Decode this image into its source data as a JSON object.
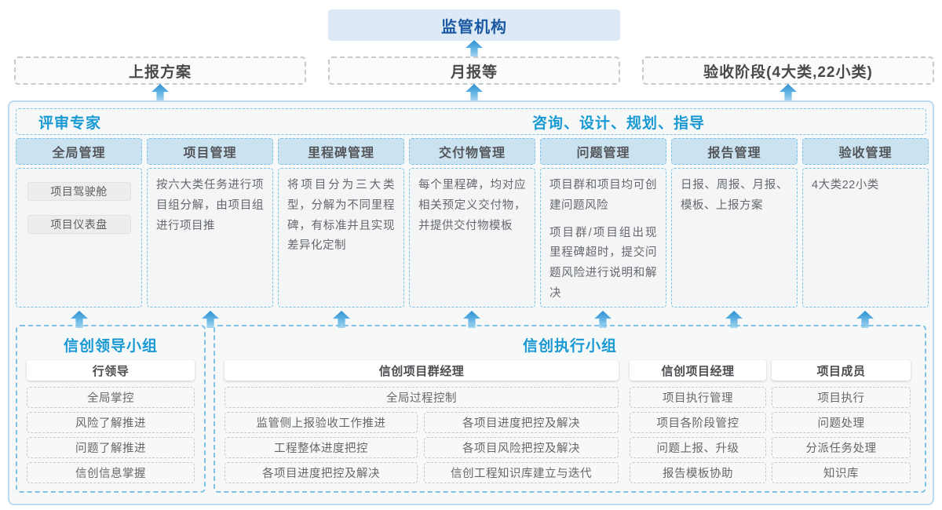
{
  "top_row": {
    "regulator": "监管机构",
    "channels": [
      "上报方案",
      "月报等",
      "验收阶段(4大类,22小类)"
    ]
  },
  "expert_band": {
    "left": "评审专家",
    "right": "咨询、设计、规划、指导"
  },
  "columns": [
    {
      "title": "全局管理",
      "pills": [
        "项目驾驶舱",
        "项目仪表盘"
      ]
    },
    {
      "title": "项目管理",
      "paragraphs": [
        "按六大类任务进行项目组分解，由项目组进行项目推"
      ]
    },
    {
      "title": "里程碑管理",
      "paragraphs": [
        "将项目分为三大类型，分解为不同里程碑，有标准并且实现差异化定制"
      ]
    },
    {
      "title": "交付物管理",
      "paragraphs": [
        "每个里程碑，均对应相关预定义交付物，并提供交付物模板"
      ]
    },
    {
      "title": "问题管理",
      "paragraphs": [
        "项目群和项目均可创建问题风险",
        "项目群/项目组出现里程碑超时，提交问题风险进行说明和解决"
      ]
    },
    {
      "title": "报告管理",
      "paragraphs": [
        "日报、周报、月报、模板、上报方案"
      ]
    },
    {
      "title": "验收管理",
      "paragraphs": [
        "4大类22小类"
      ]
    }
  ],
  "leader_group": {
    "title": "信创领导小组",
    "role": "行领导",
    "items": [
      "全局掌控",
      "风险了解推进",
      "问题了解推进",
      "信创信息掌握"
    ]
  },
  "exec_group": {
    "title": "信创执行小组",
    "program_manager": {
      "role": "信创项目群经理",
      "full_item": "全局过程控制",
      "left_items": [
        "监管侧上报验收工作推进",
        "工程整体进度把控",
        "各项目进度把控及解决"
      ],
      "right_items": [
        "各项目进度把控及解决",
        "各项目风险把控及解决",
        "信创工程知识库建立与迭代"
      ]
    },
    "project_manager": {
      "role": "信创项目经理",
      "items": [
        "项目执行管理",
        "项目各阶段管控",
        "问题上报、升级",
        "报告模板协助"
      ]
    },
    "member": {
      "role": "项目成员",
      "items": [
        "项目执行",
        "问题处理",
        "分派任务处理",
        "知识库"
      ]
    }
  },
  "colors": {
    "accent_blue": "#1899d4",
    "dark_blue": "#1b5aa3",
    "regulator_fill": "#dde9f5",
    "column_header_fill": "#cbe3f1",
    "dashed_blue_border": "#7ec3e6",
    "container_border": "#b9dcee",
    "arrow_blue": "#2e93d5"
  }
}
